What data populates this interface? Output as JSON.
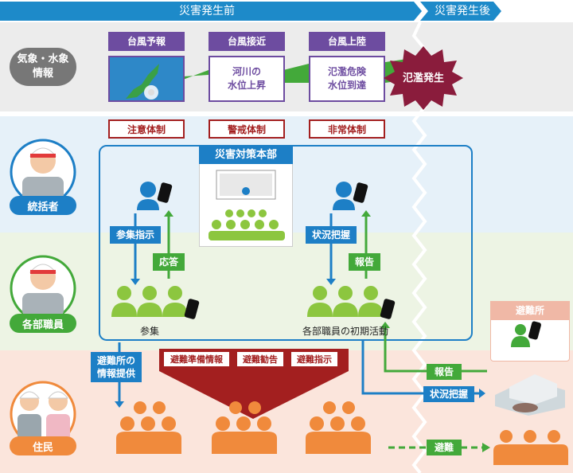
{
  "header": {
    "before": "災害発生前",
    "after": "災害発生後"
  },
  "rows": {
    "weather": "気象・水象\n情報",
    "supervisor": "統括者",
    "staff": "各部職員",
    "residents": "住民"
  },
  "weather_stages": [
    {
      "tag": "台風予報",
      "text": ""
    },
    {
      "tag": "台風接近",
      "text": "河川の\n水位上昇"
    },
    {
      "tag": "台風上陸",
      "text": "氾濫危険\n水位到達"
    }
  ],
  "flood_label": "氾濫発生",
  "alert_levels": [
    "注意体制",
    "警戒体制",
    "非常体制"
  ],
  "hq_title": "災害対策本部",
  "flows": {
    "convene_instruction": "参集指示",
    "response": "応答",
    "situation_grasp": "状況把握",
    "report": "報告",
    "convene": "参集",
    "initial_activity": "各部職員の初期活動",
    "shelter_info": "避難所の\n情報提供",
    "shelter": "避難所",
    "report_shelter": "報告",
    "situation_grasp_shelter": "状況把握",
    "evacuation": "避難"
  },
  "evac_orders": [
    "避難準備情報",
    "避難勧告",
    "避難指示"
  ]
}
